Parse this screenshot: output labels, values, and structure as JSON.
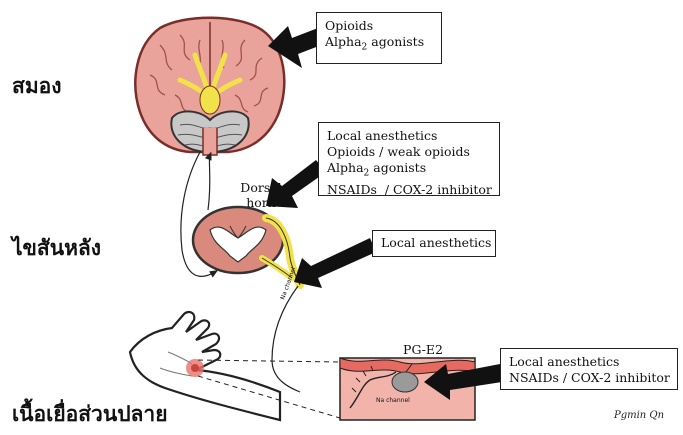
{
  "levels": {
    "brain": "สมอง",
    "spinal_cord": "ไขสันหลัง",
    "peripheral_tissue": "เนื้อเยื่อส่วนปลาย"
  },
  "boxes": {
    "brain": {
      "line1": "Opioids",
      "line2_main": "Alpha",
      "line2_sub": "2",
      "line2_rest": " agonists"
    },
    "dorsal_horn": {
      "line1": "Local anesthetics",
      "line2": "Opioids / weak opioids",
      "line3_main": "Alpha",
      "line3_sub": "2",
      "line3_rest": " agonists",
      "line4": "NSAIDs  / COX-2 inhibitor"
    },
    "nerve": {
      "line1": "Local anesthetics"
    },
    "peripheral": {
      "line1": "Local anesthetics",
      "line2": "NSAIDs / COX-2 inhibitor"
    }
  },
  "labels": {
    "dorsal_horn": "Dorsal\nhorn",
    "pg_e2": "PG-E2",
    "na_channel_nerve": "Na channel",
    "na_channel_tissue": "Na channel",
    "signature": "Pgmin Qn"
  },
  "colors": {
    "brain_fill": "#e9a39b",
    "brain_stroke": "#7a2e2a",
    "yellow": "#f1e24a",
    "cerebellum": "#c8c8c8",
    "spinal_red": "#d98a7d",
    "tissue_fill": "#f2b4aa",
    "tissue_top": "#e66a5f",
    "pg_gray": "#9a9a9a",
    "pain_red": "#e8736a"
  }
}
